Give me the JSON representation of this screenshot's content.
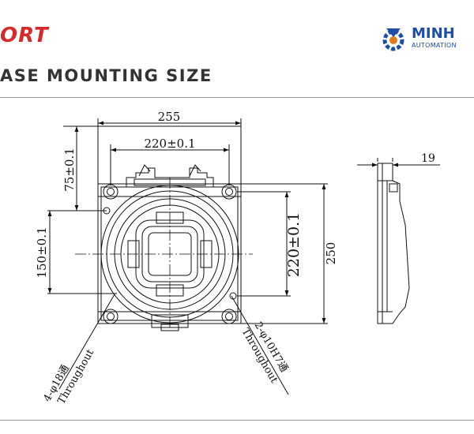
{
  "header": {
    "brand_fragment": "ORT",
    "section_title": "ASE MOUNTING SIZE"
  },
  "logo": {
    "name": "MINH",
    "subtitle": "AUTOMATION",
    "color": "#1f4fa3"
  },
  "colors": {
    "brand_red": "#d32a2a",
    "line": "#111111",
    "rule": "#9a9a9a"
  },
  "dimensions": {
    "overall_width": "255",
    "hole_spacing_x": "220±0.1",
    "top_offset": "75±0.1",
    "left_spacing": "150±0.1",
    "hole_spacing_y": "220±0.1",
    "overall_height": "250",
    "side_thickness": "19"
  },
  "callouts": {
    "through_holes": "4-φ18通",
    "through_holes_en": "Throughout",
    "pin_holes": "2-φ10H7通",
    "pin_holes_en": "Throughout"
  }
}
